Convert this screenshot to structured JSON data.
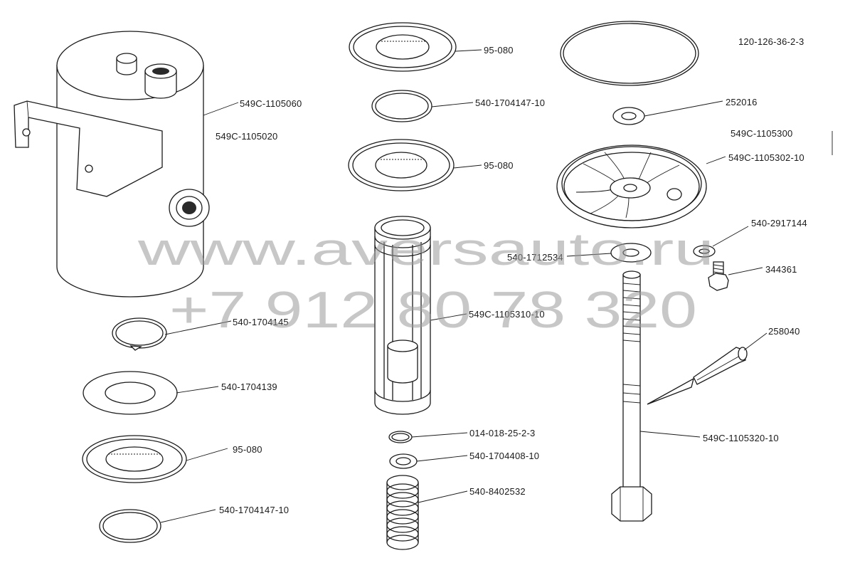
{
  "labels": {
    "housing": "549С-1105060",
    "housing_body": "549С-1105020",
    "retaining_ring_bottom": "540-1704145",
    "washer_bottom": "540-1704139",
    "bearing_bottom": "95-080",
    "seal_ring_bottom": "540-1704147-10",
    "bearing_top": "95-080",
    "seal_ring_top": "540-1704147-10",
    "bearing_mid": "95-080",
    "filter_element": "549С-1105310-10",
    "oring_small": "014-018-25-2-3",
    "washer_small": "540-1704408-10",
    "spring": "540-8402532",
    "oring_large": "120-126-36-2-3",
    "gasket_small": "252016",
    "cover_assembly": "549С-1105300",
    "cover": "549С-1105302-10",
    "washer_rod": "540-1712534",
    "spring_washer": "540-2917144",
    "bolt": "344361",
    "cotter_pin": "258040",
    "rod": "549С-1105320-10"
  },
  "watermark": {
    "site": "www.aversauto.ru",
    "phone": "+7 912 80 78 320"
  }
}
